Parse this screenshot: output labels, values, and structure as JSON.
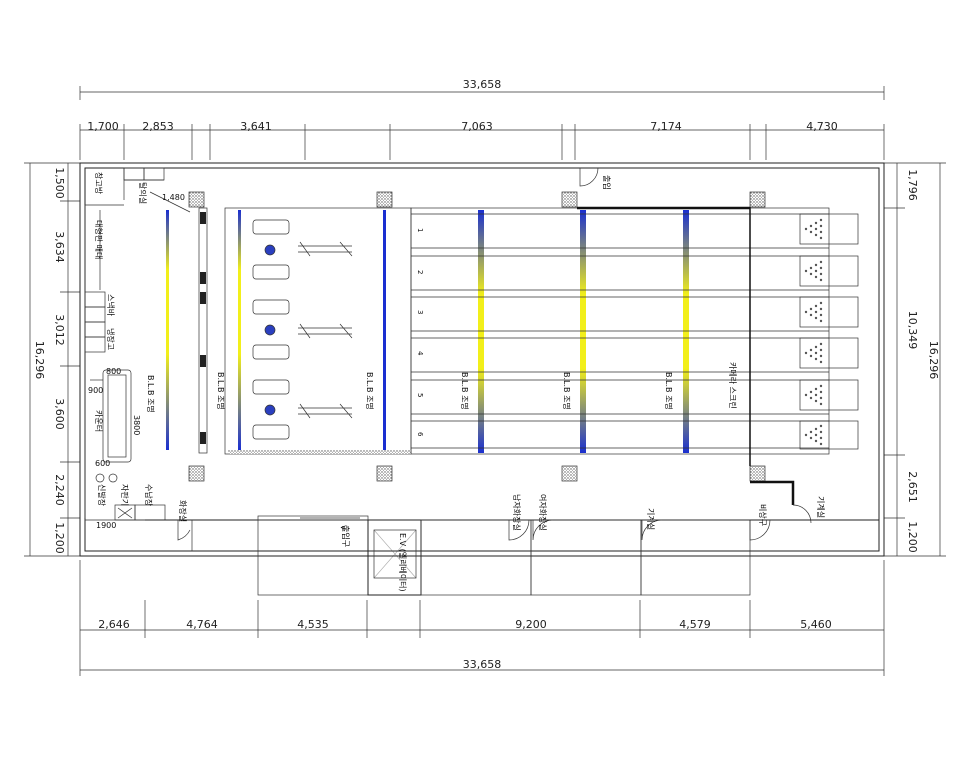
{
  "dimensions": {
    "top_total": "33,658",
    "top_segments": [
      "1,700",
      "2,853",
      "3,641",
      "7,063",
      "7,174",
      "4,730"
    ],
    "bottom_total": "33,658",
    "bottom_segments": [
      "2,646",
      "4,764",
      "4,535",
      "9,200",
      "4,579",
      "5,460"
    ],
    "left_total": "16,296",
    "left_segments": [
      "1,500",
      "3,634",
      "3,012",
      "3,600",
      "2,240",
      "1,200"
    ],
    "right_total": "16,296",
    "right_segments": [
      "1,796",
      "10,349",
      "2,651",
      "1,200"
    ],
    "small_dims": [
      "1,480",
      "800",
      "900",
      "3800",
      "1900",
      "600"
    ]
  },
  "rooms": {
    "office": "창고방",
    "front": "탈의실",
    "display": "대형판 매대",
    "snack": "스낵바",
    "fridge": "냉장고",
    "counter": "카운터",
    "machine": "신발장",
    "vending": "자판기",
    "storage": "수납장",
    "restroom_left": "화장실",
    "entrance": "출입구",
    "elevator": "E.V (엘리베이터)",
    "restroom_mid1": "남자화장실",
    "restroom_mid2": "여자화장실",
    "mech": "기계실",
    "exit": "비상구",
    "storage_right": "기계실",
    "screen": "카메라 스크린",
    "door_top": "출입"
  },
  "lighting_label": "B.L.B 조명",
  "lanes": [
    "1",
    "2",
    "3",
    "4",
    "5",
    "6"
  ],
  "colors": {
    "blue": "#1a2fd0",
    "yellow": "#f2ef1a",
    "line": "#333333"
  }
}
